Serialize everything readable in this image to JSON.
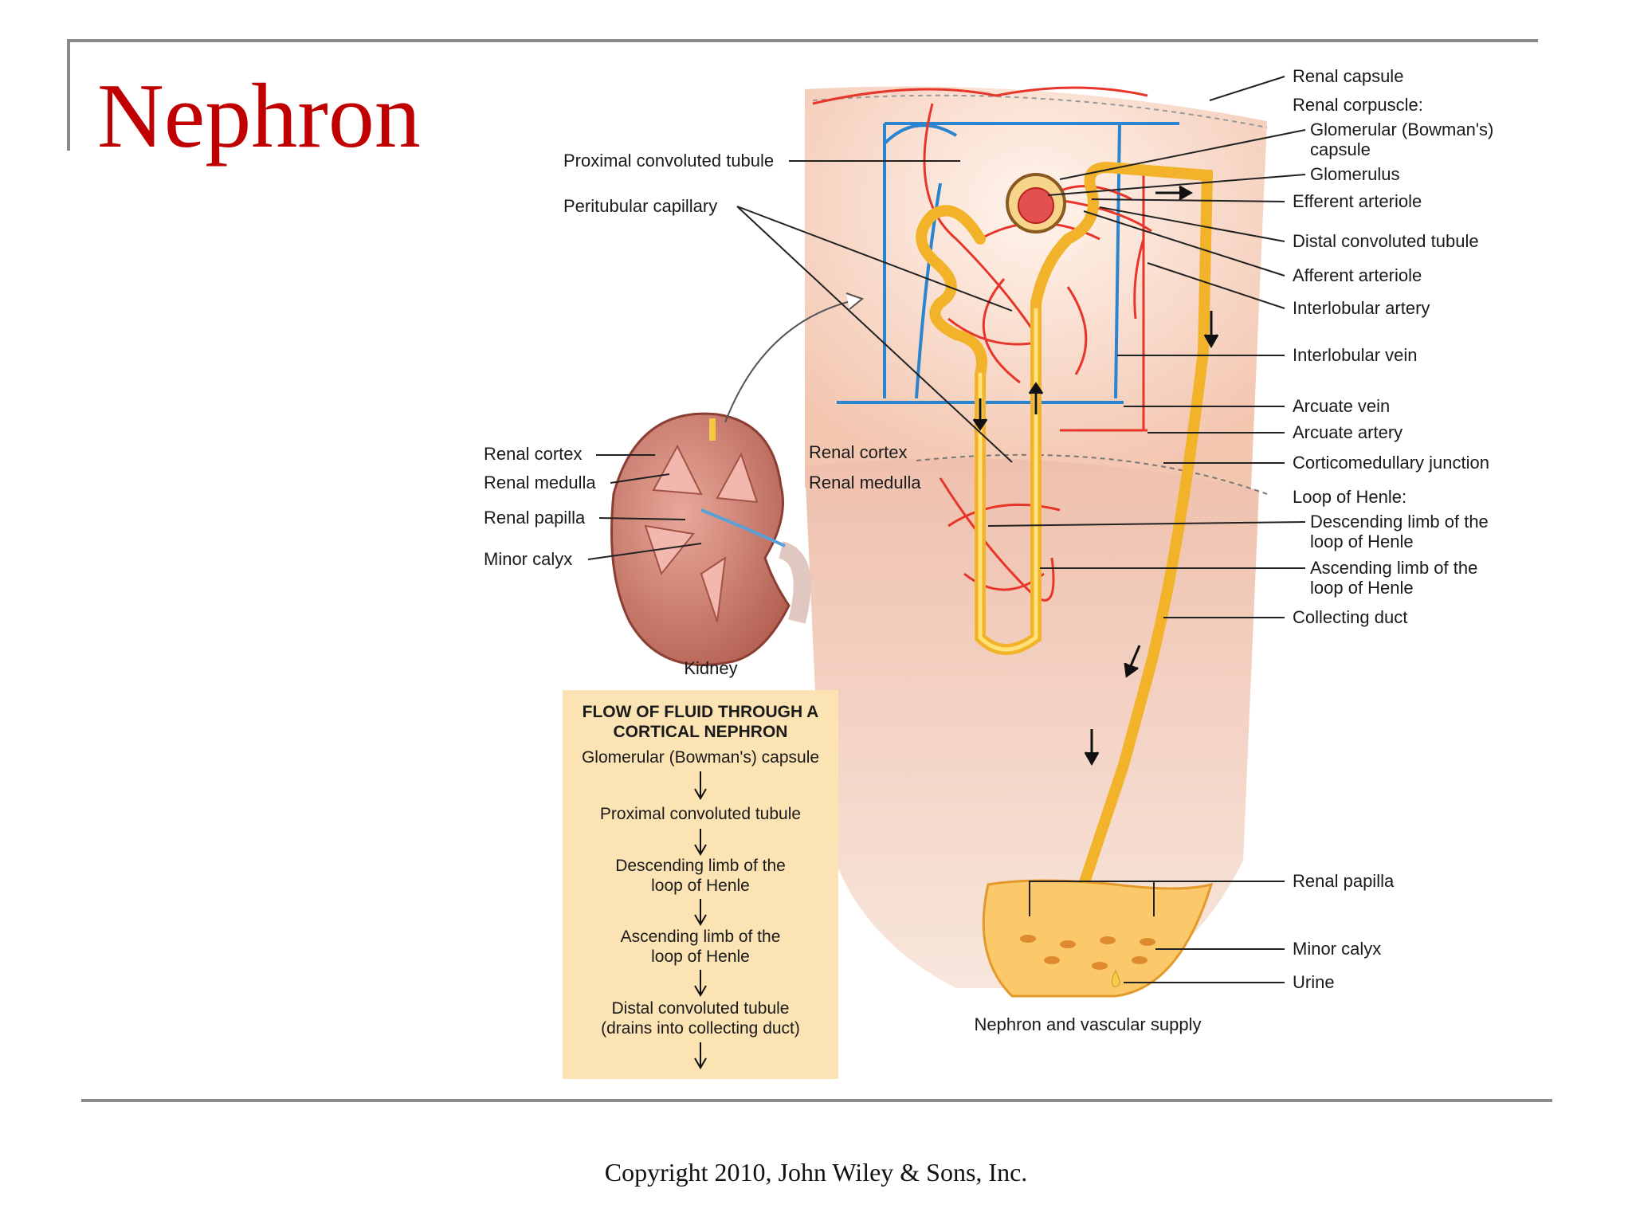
{
  "slide": {
    "title": "Nephron",
    "footer": "Copyright 2010, John Wiley & Sons, Inc."
  },
  "left_labels": {
    "proximal_convoluted_tubule": "Proximal convoluted tubule",
    "peritubular_capillary": "Peritubular capillary"
  },
  "kidney": {
    "caption": "Kidney",
    "renal_cortex": "Renal cortex",
    "renal_medulla": "Renal medulla",
    "renal_papilla": "Renal papilla",
    "minor_calyx": "Minor calyx"
  },
  "middle_labels": {
    "renal_cortex": "Renal cortex",
    "renal_medulla": "Renal medulla"
  },
  "right_labels": {
    "renal_capsule": "Renal capsule",
    "renal_corpuscle": "Renal corpuscle:",
    "glomerular_capsule_1": "Glomerular (Bowman's)",
    "glomerular_capsule_2": "capsule",
    "glomerulus": "Glomerulus",
    "efferent_arteriole": "Efferent arteriole",
    "distal_convoluted_tubule": "Distal convoluted tubule",
    "afferent_arteriole": "Afferent arteriole",
    "interlobular_artery": "Interlobular artery",
    "interlobular_vein": "Interlobular vein",
    "arcuate_vein": "Arcuate vein",
    "arcuate_artery": "Arcuate artery",
    "corticomedullary_junction": "Corticomedullary junction",
    "loop_of_henle": "Loop of Henle:",
    "descending_limb_1": "Descending limb of the",
    "descending_limb_2": "loop of Henle",
    "ascending_limb_1": "Ascending limb of the",
    "ascending_limb_2": "loop of Henle",
    "collecting_duct": "Collecting duct",
    "renal_papilla": "Renal papilla",
    "minor_calyx": "Minor calyx",
    "urine": "Urine"
  },
  "nephron_caption": "Nephron and vascular supply",
  "flow_box": {
    "heading_1": "FLOW OF FLUID THROUGH A",
    "heading_2": "CORTICAL NEPHRON",
    "step_1": "Glomerular (Bowman's) capsule",
    "step_2": "Proximal convoluted tubule",
    "step_3a": "Descending limb of the",
    "step_3b": "loop of Henle",
    "step_4a": "Ascending limb of the",
    "step_4b": "loop of Henle",
    "step_5a": "Distal convoluted tubule",
    "step_5b": "(drains into collecting duct)"
  },
  "colors": {
    "title": "#c00000",
    "artery": "#e8352a",
    "vein": "#2a84d0",
    "tubule": "#f2b32a",
    "cortex_tissue": "#f7d9c8",
    "medulla_tissue": "#eab5a3",
    "flow_box_bg": "#fbe3b4"
  }
}
